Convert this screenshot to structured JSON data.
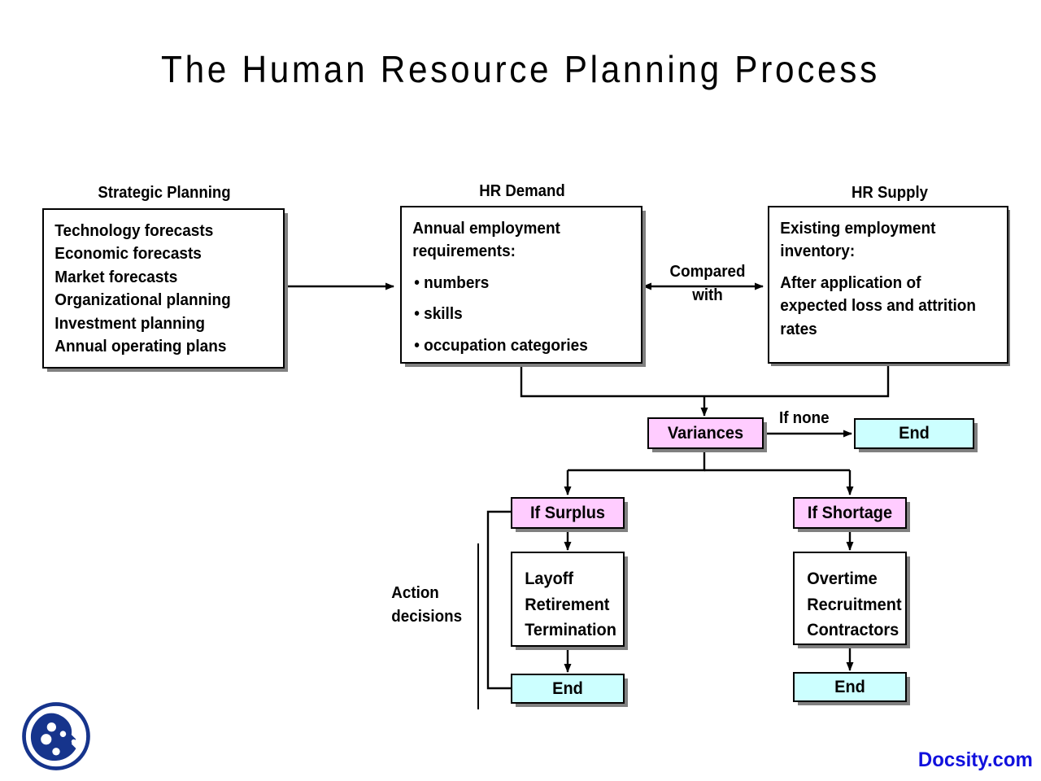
{
  "title": "The Human Resource Planning Process",
  "colors": {
    "decision_fill": "#ffccff",
    "terminal_fill": "#ccffff",
    "box_fill": "#ffffff",
    "stroke": "#000000",
    "shadow": "#808080",
    "brand_text": "#1111dd"
  },
  "columns": [
    {
      "caption": "Strategic Planning"
    },
    {
      "caption": "HR Demand"
    },
    {
      "caption": "HR Supply"
    }
  ],
  "nodes": {
    "strategic_planning": {
      "lines": [
        "Technology forecasts",
        "Economic forecasts",
        "Market forecasts",
        "Organizational planning",
        "Investment planning",
        "Annual operating plans"
      ]
    },
    "hr_demand": {
      "heading_line1": "Annual employment",
      "heading_line2": "requirements:",
      "bullets": [
        "• numbers",
        "• skills",
        "• occupation categories"
      ]
    },
    "hr_supply": {
      "heading_line1": "Existing employment",
      "heading_line2": "inventory:",
      "body_line1": "After application of",
      "body_line2": "expected loss and attrition",
      "body_line3": "rates"
    },
    "variances": {
      "label": "Variances"
    },
    "end_none": {
      "label": "End"
    },
    "if_surplus": {
      "label": "If Surplus"
    },
    "if_shortage": {
      "label": "If Shortage"
    },
    "surplus_actions": {
      "line1": "Layoff",
      "line2": "Retirement",
      "line3": "Termination"
    },
    "shortage_actions": {
      "line1": "Overtime",
      "line2": "Recruitment",
      "line3": "Contractors"
    },
    "end_surplus": {
      "label": "End"
    },
    "end_shortage": {
      "label": "End"
    }
  },
  "edge_labels": {
    "compared_top": "Compared",
    "compared_bottom": "with",
    "if_none": "If none",
    "action_line1": "Action",
    "action_line2": "decisions"
  },
  "branding": {
    "logo_name": "docsity-cookie-logo",
    "site": "Docsity.com"
  }
}
